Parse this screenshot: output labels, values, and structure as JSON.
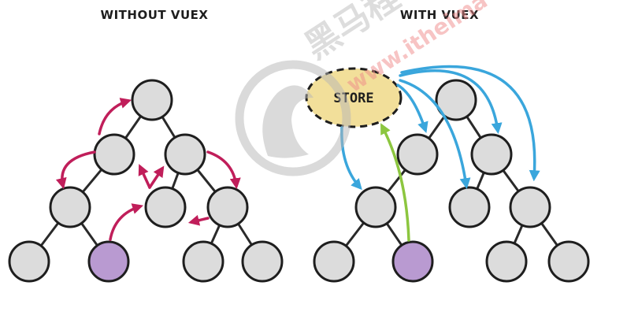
{
  "titles": {
    "left": "WITHOUT VUEX",
    "right": "WITH VUEX"
  },
  "store": {
    "label": "STORE"
  },
  "colors": {
    "node_fill": "#dcdcdc",
    "active_node_fill": "#b99ad1",
    "store_fill": "#f2df9a",
    "direct_arrow": "#c01e5a",
    "store_arrow": "#3aa6dc",
    "commit_arrow": "#8cc63f"
  },
  "watermark": {
    "brand_cn": "黑马程",
    "url": "www.itheima"
  }
}
